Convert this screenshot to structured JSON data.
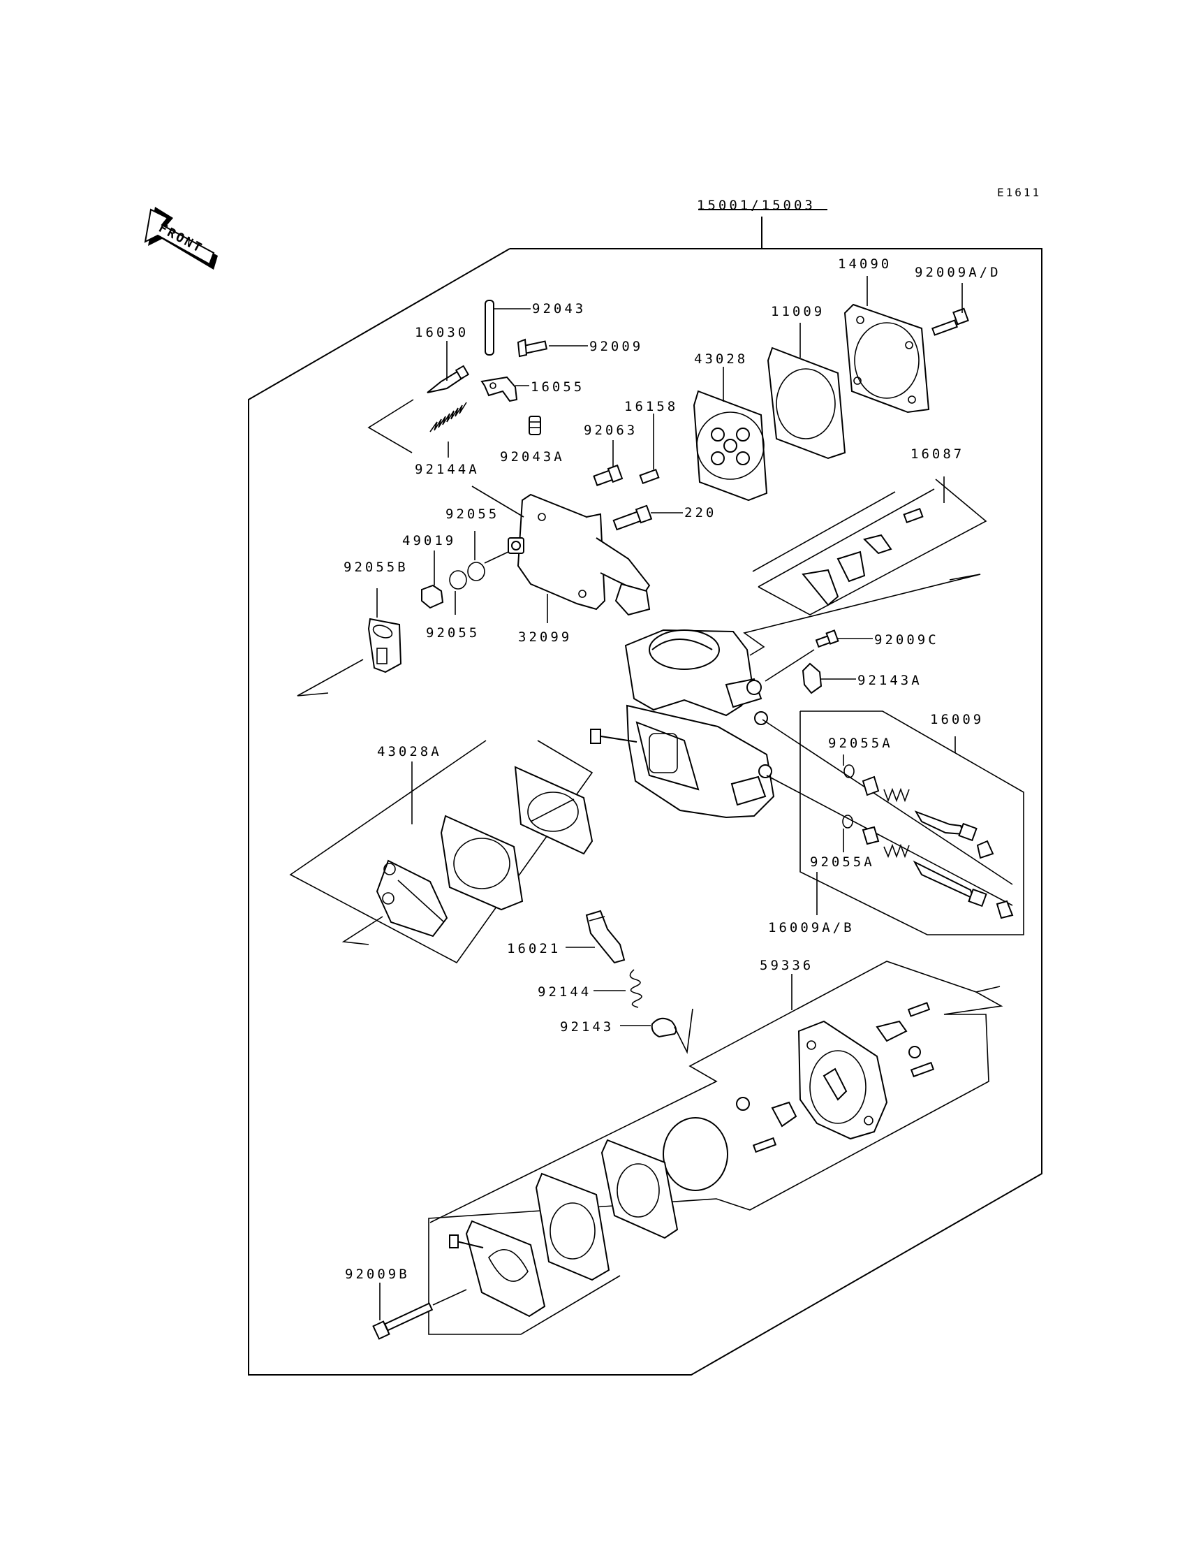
{
  "diagram_code": "E1611",
  "front_label": "FRONT",
  "labels": {
    "assembly": "15001/15003",
    "p14090": "14090",
    "p92009AD": "92009A/D",
    "p11009": "11009",
    "p43028": "43028",
    "p92043": "92043",
    "p92009": "92009",
    "p16030": "16030",
    "p16055": "16055",
    "p16158": "16158",
    "p92063": "92063",
    "p92144A": "92144A",
    "p92043A": "92043A",
    "p16087": "16087",
    "p92055_top": "92055",
    "p220": "220",
    "p49019": "49019",
    "p92055B": "92055B",
    "p92055_bottom": "92055",
    "p32099": "32099",
    "p92009C": "92009C",
    "p92143A": "92143A",
    "p16009": "16009",
    "p43028A": "43028A",
    "p92055A_top": "92055A",
    "p92055A_bottom": "92055A",
    "p16009AB": "16009A/B",
    "p16021": "16021",
    "p59336": "59336",
    "p92144": "92144",
    "p92143": "92143",
    "p92009B": "92009B"
  }
}
